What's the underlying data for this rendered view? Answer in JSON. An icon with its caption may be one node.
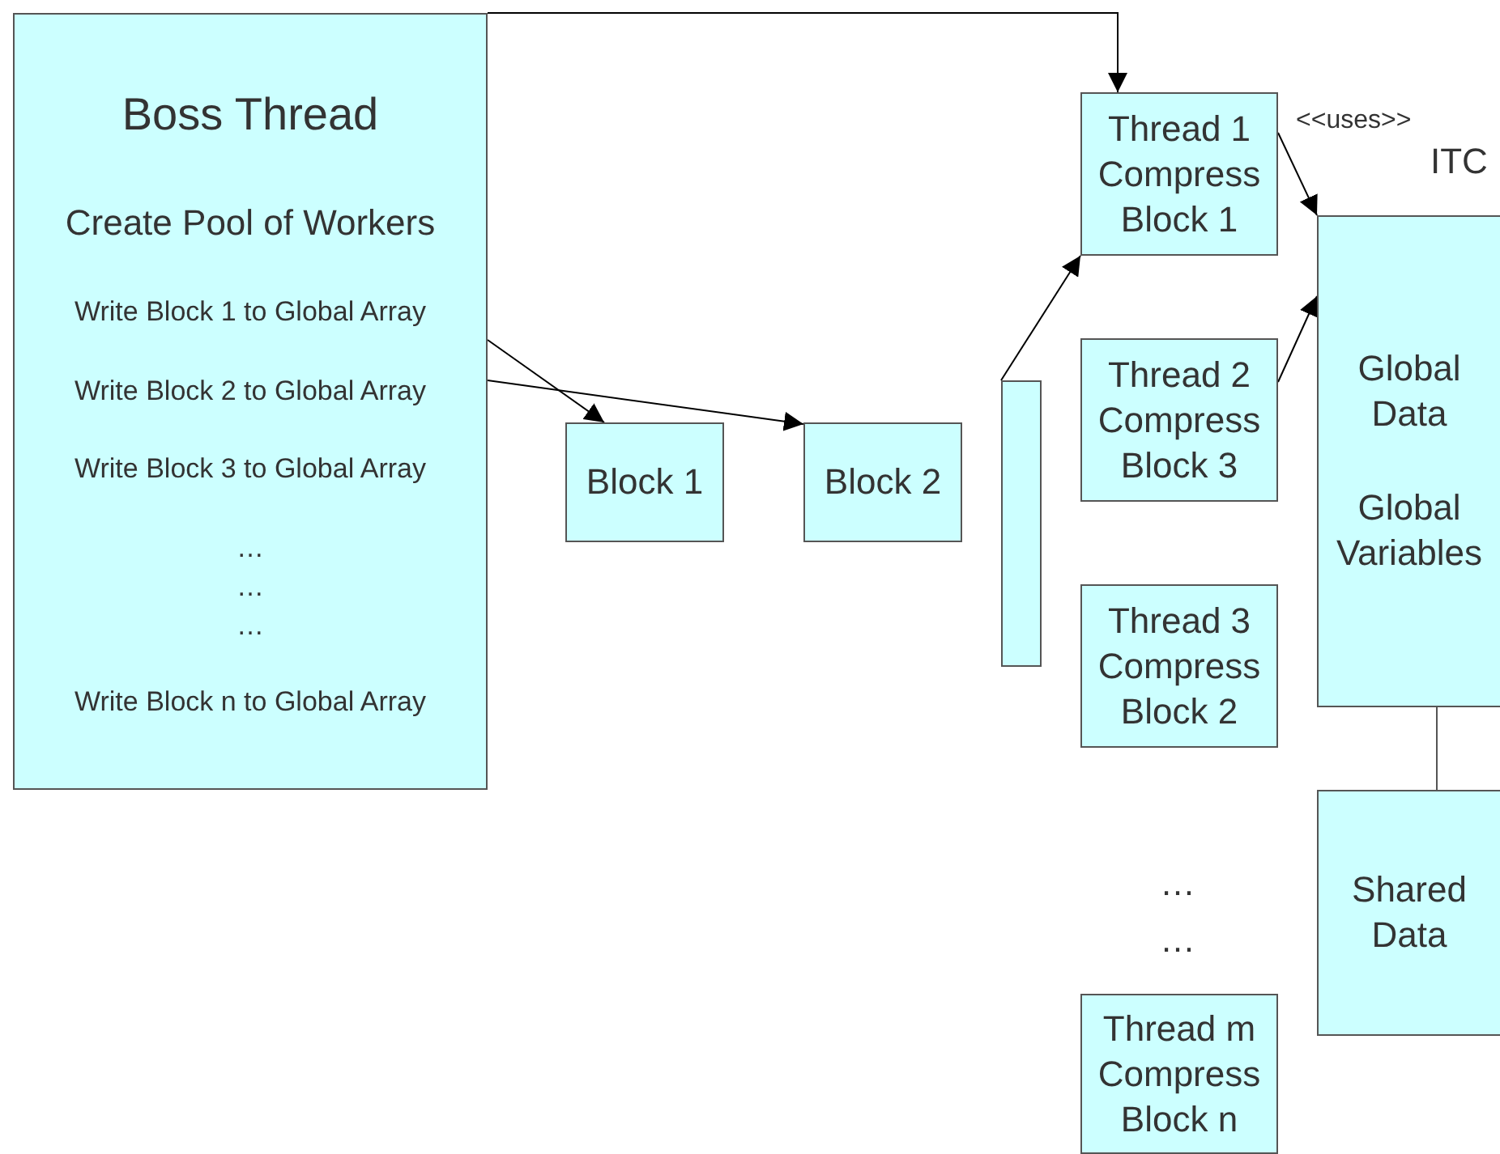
{
  "diagram": {
    "nodes": [
      {
        "text": [
          "Boss Thread",
          "Create Pool of Workers",
          "Write Block 1 to Global Array",
          "Write Block 2 to Global Array",
          "Write Block 3 to Global Array",
          "…",
          "…",
          "…",
          "Write Block n to Global Array"
        ]
      },
      {
        "text": [
          "Block 1"
        ]
      },
      {
        "text": [
          "Block 2"
        ]
      },
      {
        "text": [],
        "shape": "bar"
      },
      {
        "text": [
          "Thread 1 Compress Block 1"
        ]
      },
      {
        "text": [
          "Thread 2 Compress Block 3"
        ]
      },
      {
        "text": [
          "Thread 3 Compress Block 2"
        ]
      },
      {
        "text": [
          "Thread m Compress Block n"
        ]
      },
      {
        "text": [
          "Global Data",
          "Global Variables"
        ],
        "beside": [
          "ITC"
        ]
      },
      {
        "text": [
          "Shared Data"
        ]
      }
    ],
    "edges": [
      {
        "from": 0,
        "to": 4,
        "arrow": "to"
      },
      {
        "from": 0,
        "to": 1,
        "arrow": "to"
      },
      {
        "from": 0,
        "to": 2,
        "arrow": "to"
      },
      {
        "from": 3,
        "to": 4,
        "arrow": "to"
      },
      {
        "from": 4,
        "to": 8,
        "arrow": "to",
        "label": "<<uses>>"
      },
      {
        "from": 5,
        "to": 8,
        "arrow": "to"
      },
      {
        "from": 8,
        "to": 9,
        "arrow": "none"
      }
    ],
    "labels": [
      "…",
      "…"
    ]
  }
}
